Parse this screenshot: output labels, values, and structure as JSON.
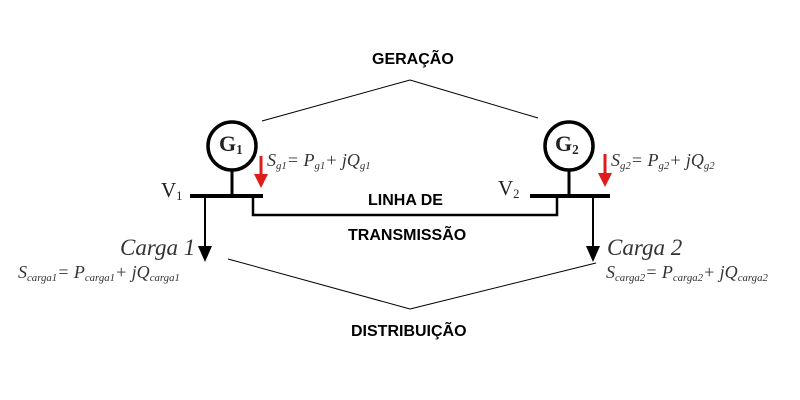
{
  "labels": {
    "generation": "GERAÇÃO",
    "line_top": "LINHA DE",
    "line_bottom": "TRANSMISSÃO",
    "distribution": "DISTRIBUIÇÃO"
  },
  "buses": [
    {
      "generator_letter": "G",
      "generator_sub": "1",
      "voltage_letter": "V",
      "voltage_sub": "1"
    },
    {
      "generator_letter": "G",
      "generator_sub": "2",
      "voltage_letter": "V",
      "voltage_sub": "2"
    }
  ],
  "gen_power": [
    {
      "S": "S",
      "S_sub": "g1",
      "eq1": "= P",
      "P_sub": "g1",
      "eq2": "+ jQ",
      "Q_sub": "g1"
    },
    {
      "S": "S",
      "S_sub": "g2",
      "eq1": "= P",
      "P_sub": "g2",
      "eq2": "+ jQ",
      "Q_sub": "g2"
    }
  ],
  "loads": [
    {
      "name": "Carga 1",
      "S": "S",
      "S_sub": "carga1",
      "eq1": "= P",
      "P_sub": "carga1",
      "eq2": "+ jQ",
      "Q_sub": "carga1"
    },
    {
      "name": "Carga 2",
      "S": "S",
      "S_sub": "carga2",
      "eq1": "= P",
      "P_sub": "carga2",
      "eq2": "+ jQ",
      "Q_sub": "carga2"
    }
  ],
  "colors": {
    "lines": "#000000",
    "arrow_red": "#e01b1b"
  }
}
